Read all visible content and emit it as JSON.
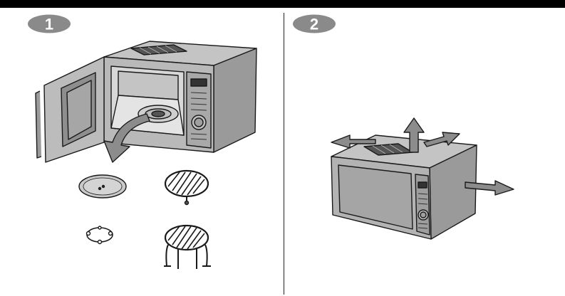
{
  "steps": [
    {
      "number": "1"
    },
    {
      "number": "2"
    }
  ],
  "colors": {
    "top_bar": "#000000",
    "badge_fill": "#8a8a8a",
    "badge_number": "#ffffff",
    "appliance_body": "#b9b9b9",
    "appliance_dark": "#7c7c7c",
    "arrow": "#8c8c8c",
    "outline": "#1a1a1a"
  },
  "illustrations": {
    "step1": [
      "microwave-open-door",
      "removal-arrow",
      "glass-turntable",
      "roller-ring",
      "low-grill-rack",
      "high-grill-rack"
    ],
    "step2": [
      "microwave-closed",
      "ventilation-arrow-left",
      "ventilation-arrow-up",
      "ventilation-arrow-back",
      "ventilation-arrow-right"
    ]
  }
}
